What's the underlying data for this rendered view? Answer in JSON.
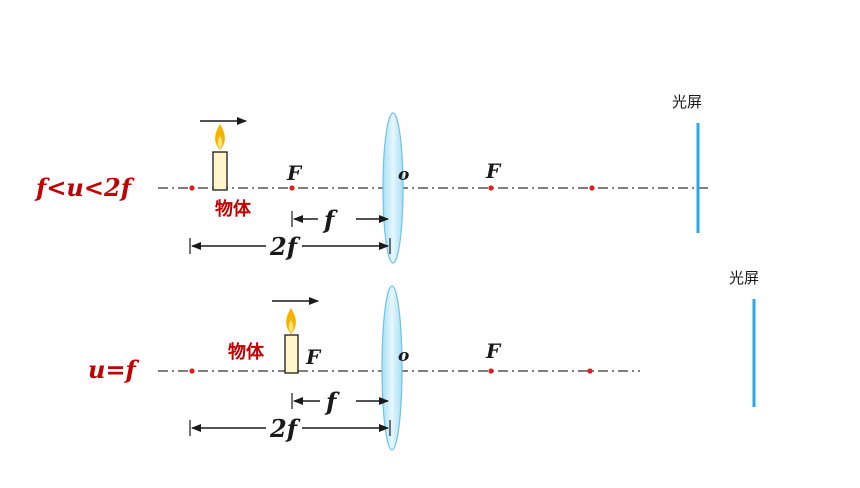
{
  "panel_top": {
    "condition": "f<u<2f",
    "object_label": "物体",
    "focal_left": "F",
    "center": "o",
    "focal_right": "F",
    "screen_label": "光屏",
    "dim_f": "f",
    "dim_2f": "2f"
  },
  "panel_bottom": {
    "condition": "u=f",
    "object_label": "物体",
    "focal_left": "F",
    "center": "o",
    "focal_right": "F",
    "screen_label": "光屏",
    "dim_f": "f",
    "dim_2f": "2f"
  },
  "colors": {
    "condition_text": "#c00000",
    "axis_point": "#e02020",
    "lens_fill": "#cfeefa",
    "lens_stroke": "#6cc4e8",
    "screen": "#29a8e0",
    "flame_outer": "#f5b400",
    "flame_inner": "#ffe27a",
    "candle_body": "#fff6cc"
  }
}
